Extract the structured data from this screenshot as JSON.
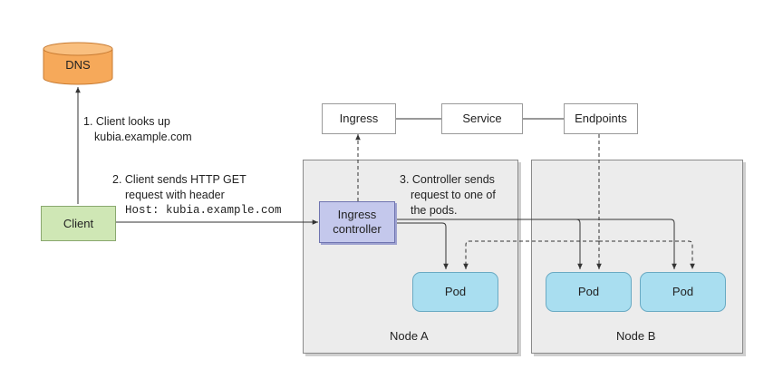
{
  "dns": {
    "label": "DNS"
  },
  "client": {
    "label": "Client"
  },
  "objects": {
    "ingress": "Ingress",
    "service": "Service",
    "endpoints": "Endpoints"
  },
  "ingress_controller": {
    "line1": "Ingress",
    "line2": "controller"
  },
  "pods": {
    "pod_a": "Pod",
    "pod_b1": "Pod",
    "pod_b2": "Pod"
  },
  "nodes": {
    "node_a": "Node A",
    "node_b": "Node B"
  },
  "steps": {
    "step1_line1": "1. Client looks up",
    "step1_line2": "kubia.example.com",
    "step2_line1": "2. Client sends HTTP GET",
    "step2_line2": "request with header",
    "step2_line3": "Host: kubia.example.com",
    "step3_line1": "3. Controller sends",
    "step3_line2": "request to one of",
    "step3_line3": "the pods."
  },
  "colors": {
    "dns": "#f6a95a",
    "client": "#cfe7b5",
    "ingress_controller": "#c4c8ec",
    "pod": "#a9def0",
    "node": "#ececec"
  }
}
